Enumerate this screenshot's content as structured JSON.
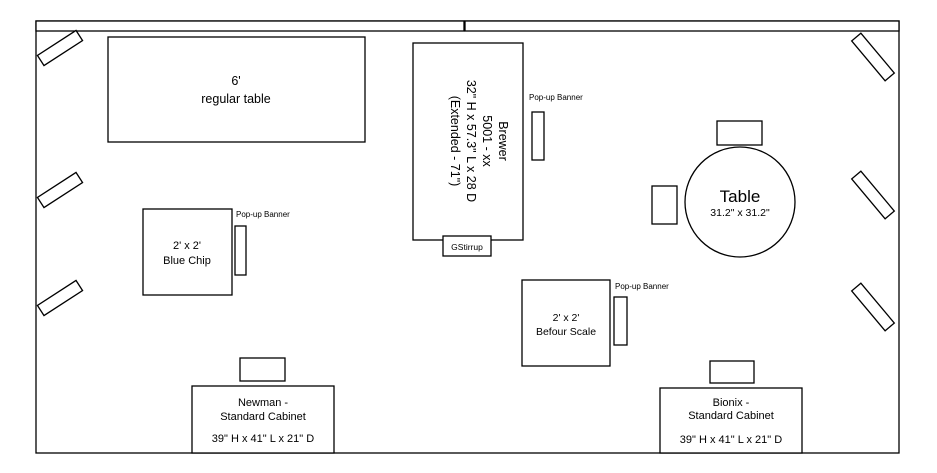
{
  "colors": {
    "stroke": "#000000",
    "background": "#ffffff"
  },
  "items": {
    "regular_table": {
      "line1": "6'",
      "line2": "regular table"
    },
    "brewer": {
      "line1": "Brewer",
      "line2": "5001 - xx",
      "line3": "32\" H x 57.3\" L x 28 D",
      "line4": "(Extended - 71\")"
    },
    "gstirrup": {
      "label": "GStirrup"
    },
    "popup_banner_top": {
      "label": "Pop-up Banner"
    },
    "popup_banner_left": {
      "label": "Pop-up Banner"
    },
    "popup_banner_right": {
      "label": "Pop-up Banner"
    },
    "blue_chip": {
      "line1": "2' x 2'",
      "line2": "Blue Chip"
    },
    "round_table": {
      "line1": "Table",
      "line2": "31.2\" x 31.2\""
    },
    "befour_scale": {
      "line1": "2' x 2'",
      "line2": "Befour Scale"
    },
    "newman_cabinet": {
      "line1": "Newman -",
      "line2": "Standard Cabinet",
      "line3": "39\" H x 41\" L x 21\" D"
    },
    "bionix_cabinet": {
      "line1": "Bionix -",
      "line2": "Standard Cabinet",
      "line3": "39\" H x 41\" L x 21\" D"
    }
  }
}
